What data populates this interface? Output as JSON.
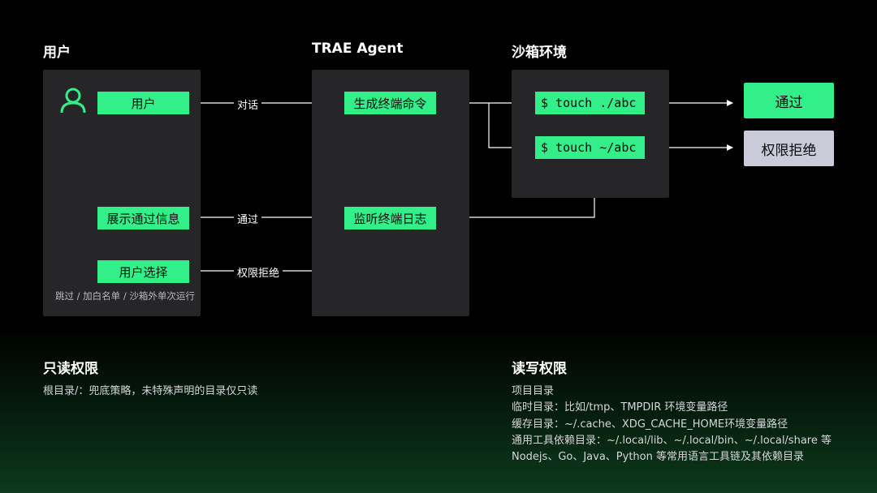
{
  "columns": {
    "user": "用户",
    "agent": "TRAE Agent",
    "sandbox": "沙箱环境"
  },
  "user_panel": {
    "user_box": "用户",
    "show_pass_box": "展示通过信息",
    "user_choice_box": "用户选择",
    "choice_note": "跳过 / 加白名单 / 沙箱外单次运行"
  },
  "agent_panel": {
    "gen_cmd": "生成终端命令",
    "monitor_log": "监听终端日志"
  },
  "sandbox_panel": {
    "cmd1": "$ touch ./abc",
    "cmd2": "$ touch ~/abc"
  },
  "results": {
    "pass": "通过",
    "deny": "权限拒绝"
  },
  "edge_labels": {
    "dialogue": "对话",
    "pass": "通过",
    "deny": "权限拒绝"
  },
  "readonly": {
    "title": "只读权限",
    "lines": [
      "根目录/：兜底策略，未特殊声明的目录仅只读"
    ]
  },
  "readwrite": {
    "title": "读写权限",
    "lines": [
      "项目目录",
      "临时目录：比如/tmp、TMPDIR 环境变量路径",
      "缓存目录：~/.cache、XDG_CACHE_HOME环境变量路径",
      "通用工具依赖目录：~/.local/lib、~/.local/bin、~/.local/share 等",
      "Nodejs、Go、Java、Python 等常用语言工具链及其依赖目录"
    ]
  },
  "colors": {
    "accent": "#33ef8a",
    "panel": "#262628",
    "deny": "#c9ccd8"
  }
}
